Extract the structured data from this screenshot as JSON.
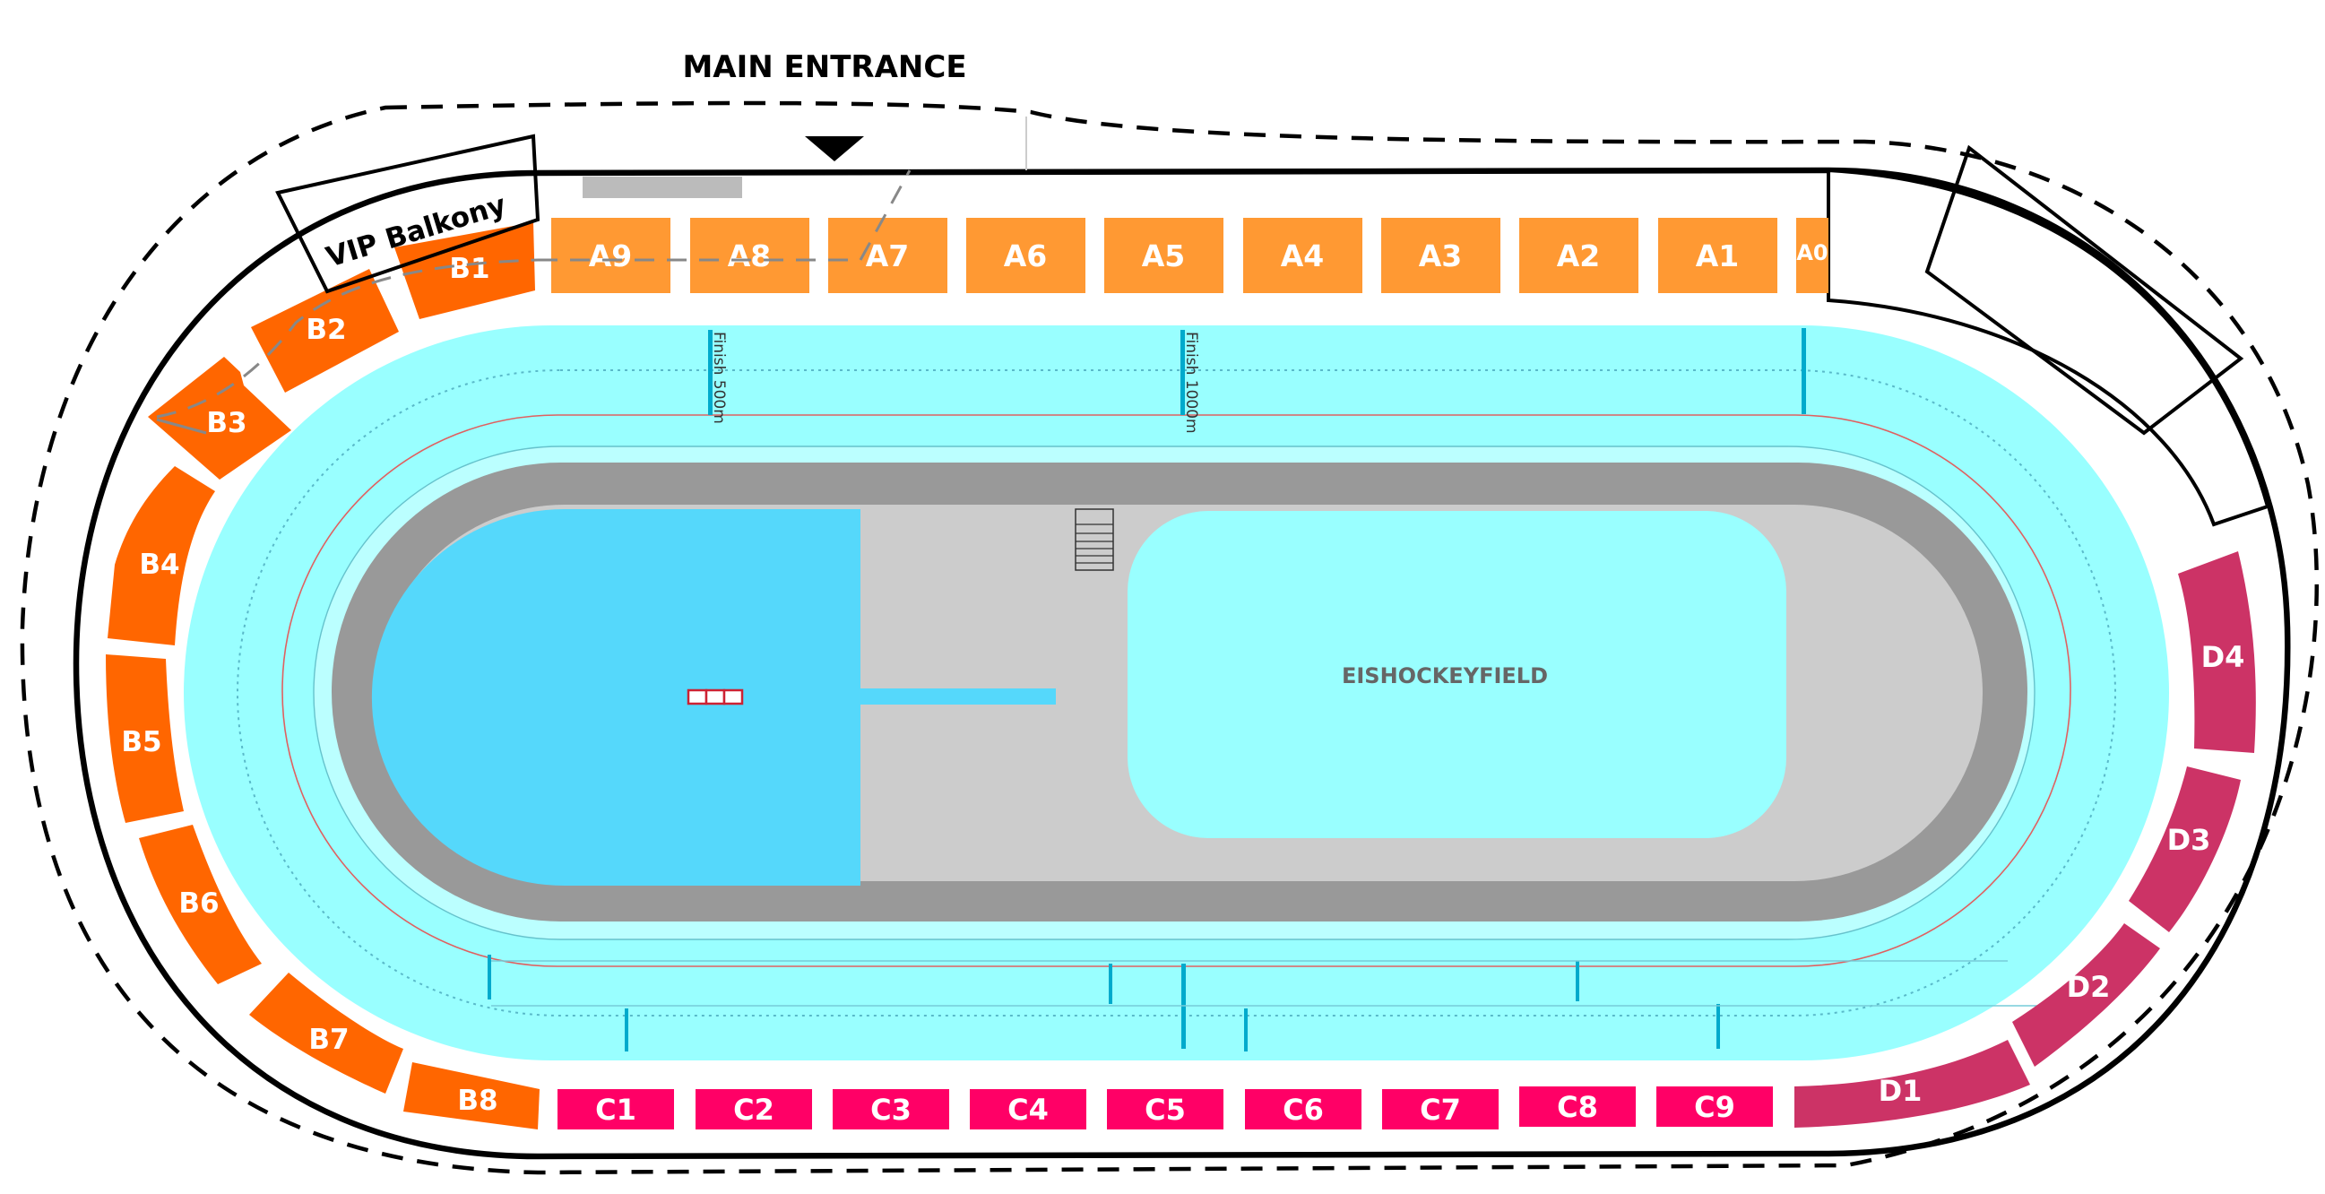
{
  "map": {
    "main_entrance": "MAIN ENTRANCE",
    "vip_balcony": "VIP Balkony",
    "finish_500": "Finish 500m",
    "finish_1000": "Finish 1000m",
    "hockey_field": "EISHOCKEYFIELD"
  },
  "colors": {
    "section_a": "#ff9933",
    "section_b": "#ff6600",
    "section_c": "#ff0066",
    "section_d": "#cc3366",
    "ice_track": "#99ffff",
    "speed_ice": "#55d8fb",
    "infield": "#cccccc",
    "infield_border": "#999999"
  },
  "sections": {
    "a": [
      "A9",
      "A8",
      "A7",
      "A6",
      "A5",
      "A4",
      "A3",
      "A2",
      "A1",
      "A0"
    ],
    "b": [
      "B1",
      "B2",
      "B3",
      "B4",
      "B5",
      "B6",
      "B7",
      "B8"
    ],
    "c": [
      "C1",
      "C2",
      "C3",
      "C4",
      "C5",
      "C6",
      "C7",
      "C8",
      "C9"
    ],
    "d": [
      "D1",
      "D2",
      "D3",
      "D4"
    ]
  }
}
